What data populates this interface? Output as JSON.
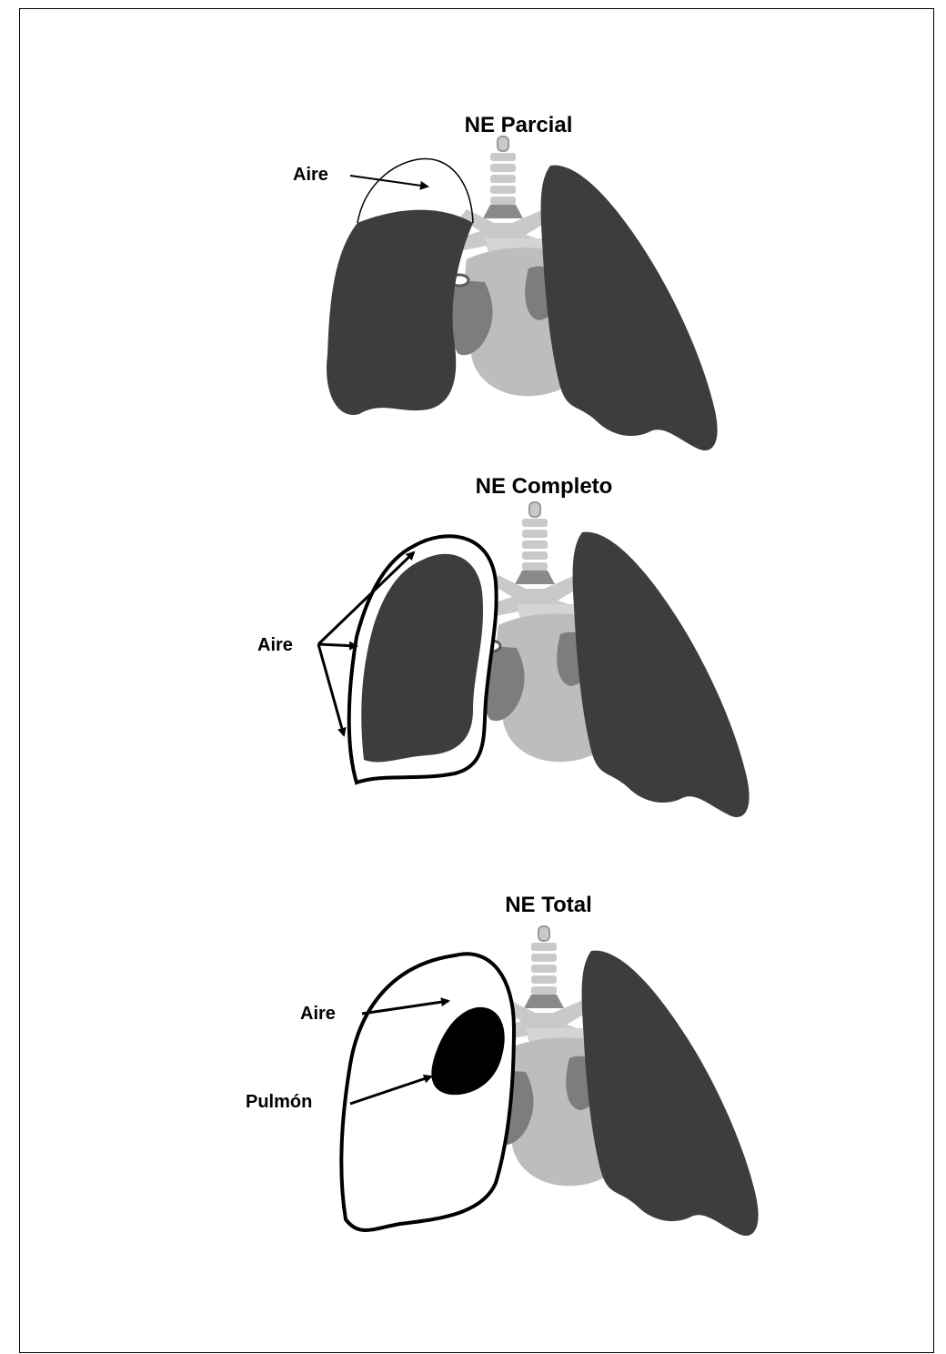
{
  "panels": [
    {
      "title": "NE Parcial",
      "labels": [
        "Aire"
      ]
    },
    {
      "title": "NE Completo",
      "labels": [
        "Aire"
      ]
    },
    {
      "title": "NE Total",
      "labels": [
        "Aire",
        "Pulmón"
      ]
    }
  ],
  "colors": {
    "lung": "#3d3d3d",
    "heart_light": "#bdbdbd",
    "heart_dark": "#7d7d7d",
    "vessels": "#c9c9c9",
    "collapsed_lung": "#000000",
    "outline": "#000000"
  }
}
